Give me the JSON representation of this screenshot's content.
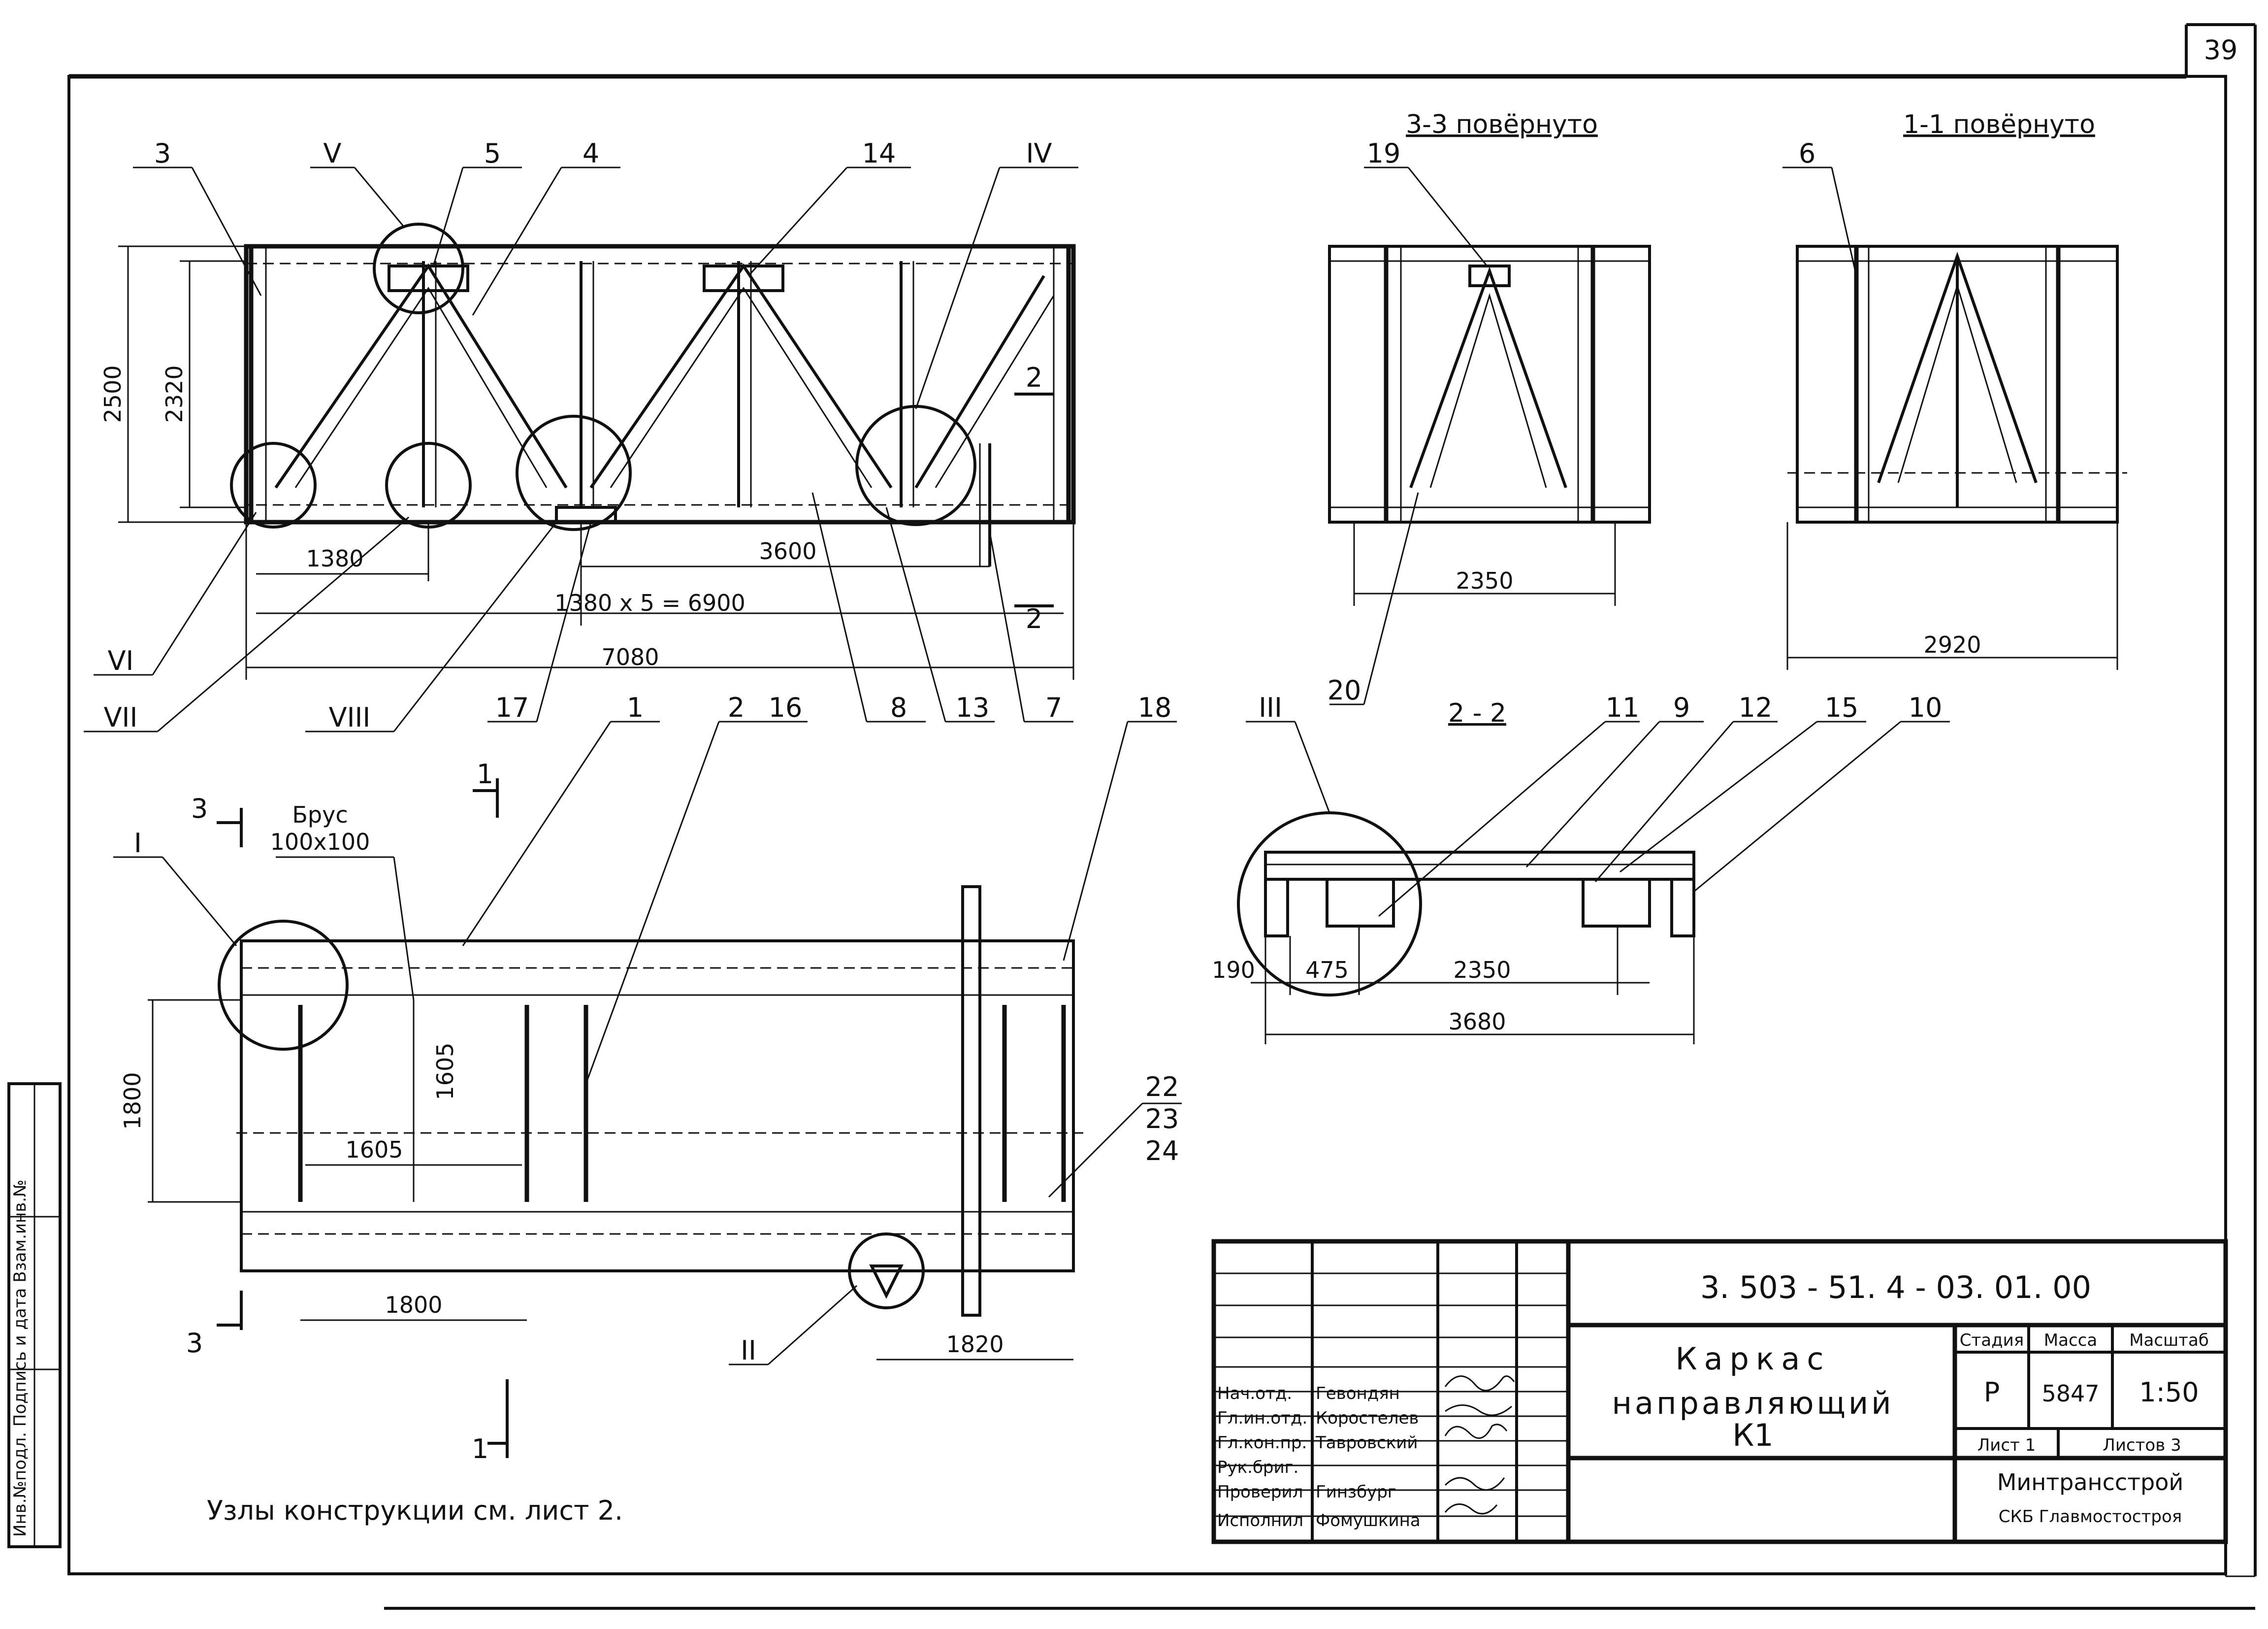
{
  "sheet_number": "39",
  "section_titles": {
    "s33": "3-3 повёрнуто",
    "s11": "1-1 повёрнуто",
    "s22": "2 - 2"
  },
  "callouts": {
    "top": [
      "3",
      "5",
      "4",
      "14"
    ],
    "roman_top": [
      "V",
      "IV"
    ],
    "left_roman": [
      "VI",
      "VII",
      "VIII"
    ],
    "bottom_row": [
      "17",
      "1",
      "2",
      "16",
      "8",
      "13",
      "7",
      "18"
    ],
    "s33_top": "19",
    "s33_bottom": "20",
    "s11_top": "6",
    "s22_roman": "III",
    "s22_row": [
      "11",
      "9",
      "12",
      "15",
      "10"
    ],
    "plan_I": "I",
    "plan_II": "II",
    "plan_right": [
      "22",
      "23",
      "24"
    ]
  },
  "cut_marks": {
    "c2": "2",
    "c1": "1",
    "c3": "3"
  },
  "dimensions": {
    "elev_h_outer": "2500",
    "elev_h_inner": "2320",
    "elev_1380": "1380",
    "elev_3600": "3600",
    "elev_series": "1380 x 5 = 6900",
    "elev_total": "7080",
    "s33_width": "2350",
    "s11_width": "2920",
    "s22_190": "190",
    "s22_475": "475",
    "s22_2350": "2350",
    "s22_total": "3680",
    "plan_1800v": "1800",
    "plan_1605v": "1605",
    "plan_1605h": "1605",
    "plan_1800h": "1800",
    "plan_1820": "1820"
  },
  "brus_label": "Брус",
  "brus_size": "100x100",
  "note": "Узлы конструкции см. лист 2.",
  "side_stamp": "Инв.№подл. Подпись и дата Взам.инв.№",
  "title_block": {
    "doc_code": "3. 503 - 51. 4 - 03. 01. 00",
    "name_line1": "Каркас",
    "name_line2": "направляющий",
    "name_line3": "К1",
    "col_stage": "Стадия",
    "col_mass": "Масса",
    "col_scale": "Масштаб",
    "stage": "Р",
    "mass": "5847",
    "scale": "1:50",
    "sheet_label": "Лист 1",
    "sheets_label": "Листов 3",
    "org1": "Минтрансстрой",
    "org2": "СКБ Главмостостроя",
    "staff": [
      {
        "role": "Нач.отд.",
        "name": "Гевондян"
      },
      {
        "role": "Гл.ин.отд.",
        "name": "Коростелев"
      },
      {
        "role": "Гл.кон.пр.",
        "name": "Тавровский"
      },
      {
        "role": "Рук.бриг.",
        "name": ""
      },
      {
        "role": "Проверил",
        "name": "Гинзбург"
      },
      {
        "role": "Исполнил",
        "name": "Фомушкина"
      }
    ]
  }
}
